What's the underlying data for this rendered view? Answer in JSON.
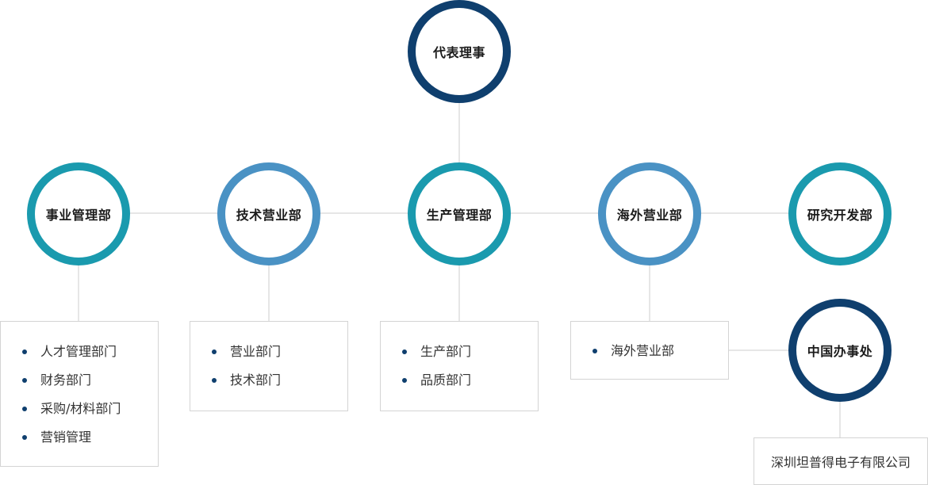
{
  "nodes": {
    "ceo": "代表理事",
    "business_mgmt": "事业管理部",
    "tech_sales": "技术营业部",
    "production_mgmt": "生产管理部",
    "overseas_sales": "海外营业部",
    "rnd": "研究开发部",
    "china_office": "中国办事处"
  },
  "lists": {
    "business_mgmt": [
      "人才管理部门",
      "财务部门",
      "采购/材料部门",
      "营销管理"
    ],
    "tech_sales": [
      "营业部门",
      "技术部门"
    ],
    "production_mgmt": [
      "生产部门",
      "品质部门"
    ],
    "overseas_sales": [
      "海外营业部"
    ]
  },
  "china_office_box": "深圳坦普得电子有限公司",
  "colors": {
    "dark_navy": "#0f3f6e",
    "teal": "#1a9aae",
    "steel_blue": "#4a92c4",
    "connector": "#cccccc",
    "bullet": "#0f3f6e"
  }
}
